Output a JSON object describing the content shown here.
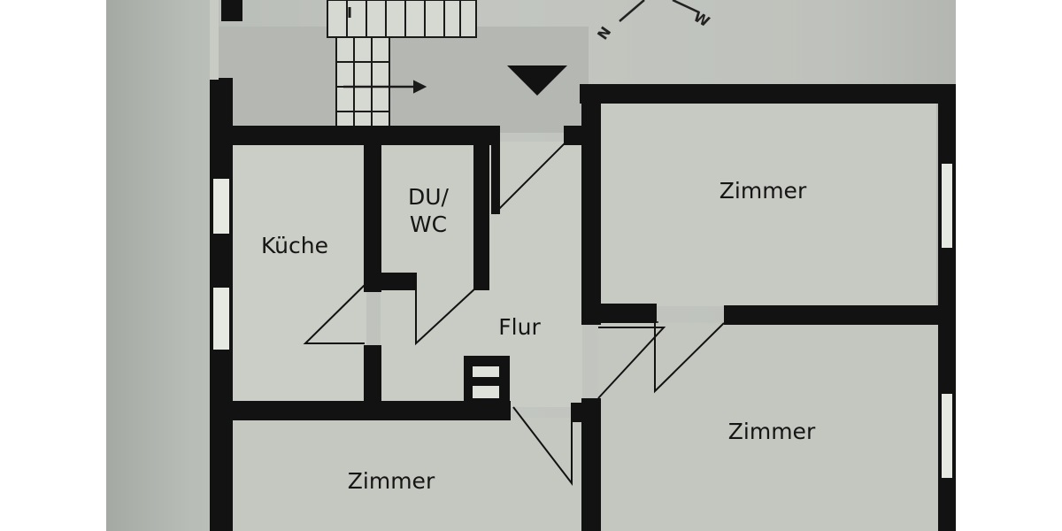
{
  "floor_plan": {
    "rooms": {
      "kitchen": "Küche",
      "shower_wc": "DU/\nWC",
      "hallway": "Flur",
      "room_top_right": "Zimmer",
      "room_bottom_right": "Zimmer",
      "room_bottom_left": "Zimmer"
    },
    "compass": {
      "north": "N",
      "west": "W"
    }
  },
  "colors": {
    "wall": "#121212",
    "floor": "#c6c8c2",
    "background": "#ffffff"
  }
}
